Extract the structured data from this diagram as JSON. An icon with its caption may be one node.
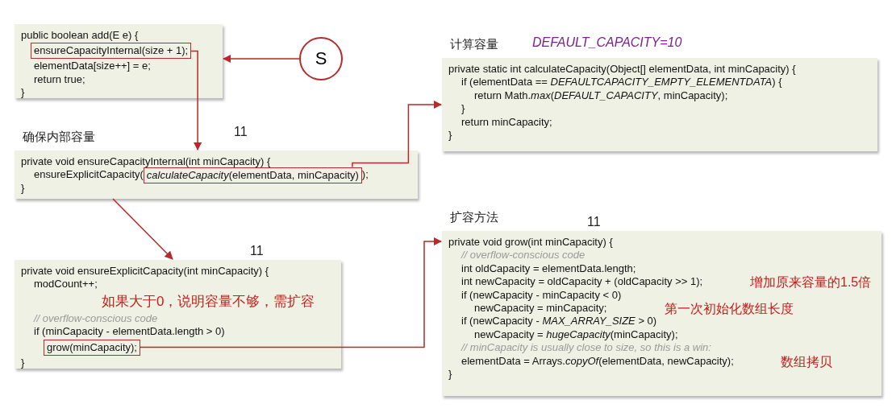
{
  "diagram": {
    "nodes": [
      {
        "text": [
          "public boolean add(E e) {",
          "elementData[size++] = e;",
          "return true;",
          "}"
        ]
      },
      {
        "text": [
          "ensureCapacityInternal(size + 1);"
        ],
        "in": 0
      },
      {
        "text": [
          "S"
        ]
      },
      {
        "text": [
          "确保内部容量",
          "private void ensureCapacityInternal(int minCapacity) {",
          "ensureExplicitCapacity(",
          ");",
          "}"
        ],
        "beside": [
          "11"
        ]
      },
      {
        "text": [
          "*calculateCapacity*(elementData, minCapacity)"
        ],
        "in": 3
      },
      {
        "text": [
          "计算容量",
          "private static int calculateCapacity(Object[] elementData, int minCapacity) {",
          "if (elementData == *DEFAULTCAPACITY_EMPTY_ELEMENTDATA*) {",
          "return Math.*max*(*DEFAULT_CAPACITY*, minCapacity);",
          "}",
          "return minCapacity;",
          "}"
        ],
        "beside": [
          "DEFAULT_CAPACITY=10"
        ]
      },
      {
        "text": [
          "private void ensureExplicitCapacity(int minCapacity) {",
          "modCount++;",
          "如果大于0，说明容量不够，需扩容",
          "// overflow-conscious code",
          "if (minCapacity - elementData.length > 0)",
          "}"
        ],
        "beside": [
          "11"
        ]
      },
      {
        "text": [
          "grow(minCapacity);"
        ],
        "in": 6
      },
      {
        "text": [
          "扩容方法",
          "private void grow(int minCapacity) {",
          "// overflow-conscious code",
          "int oldCapacity = elementData.length;",
          "int newCapacity = oldCapacity + (oldCapacity >> 1);",
          "增加原来容量的1.5倍",
          "if (newCapacity - minCapacity < 0)",
          "newCapacity = minCapacity;",
          "第一次初始化数组长度",
          "if (newCapacity - *MAX_ARRAY_SIZE* > 0)",
          "newCapacity = *hugeCapacity*(minCapacity);",
          "// minCapacity is usually close to size, so this is a win:",
          "elementData = Arrays.*copyOf*(elementData, newCapacity);",
          "数组拷贝",
          "}"
        ],
        "beside": [
          "11"
        ]
      }
    ],
    "edges": [
      {
        "from": 2,
        "to": 0,
        "arrow": "to"
      },
      {
        "from": 1,
        "to": 3,
        "arrow": "to"
      },
      {
        "from": 4,
        "to": 5,
        "arrow": "to"
      },
      {
        "from": 3,
        "to": 6,
        "arrow": "to"
      },
      {
        "from": 7,
        "to": 8,
        "arrow": "to"
      }
    ]
  }
}
